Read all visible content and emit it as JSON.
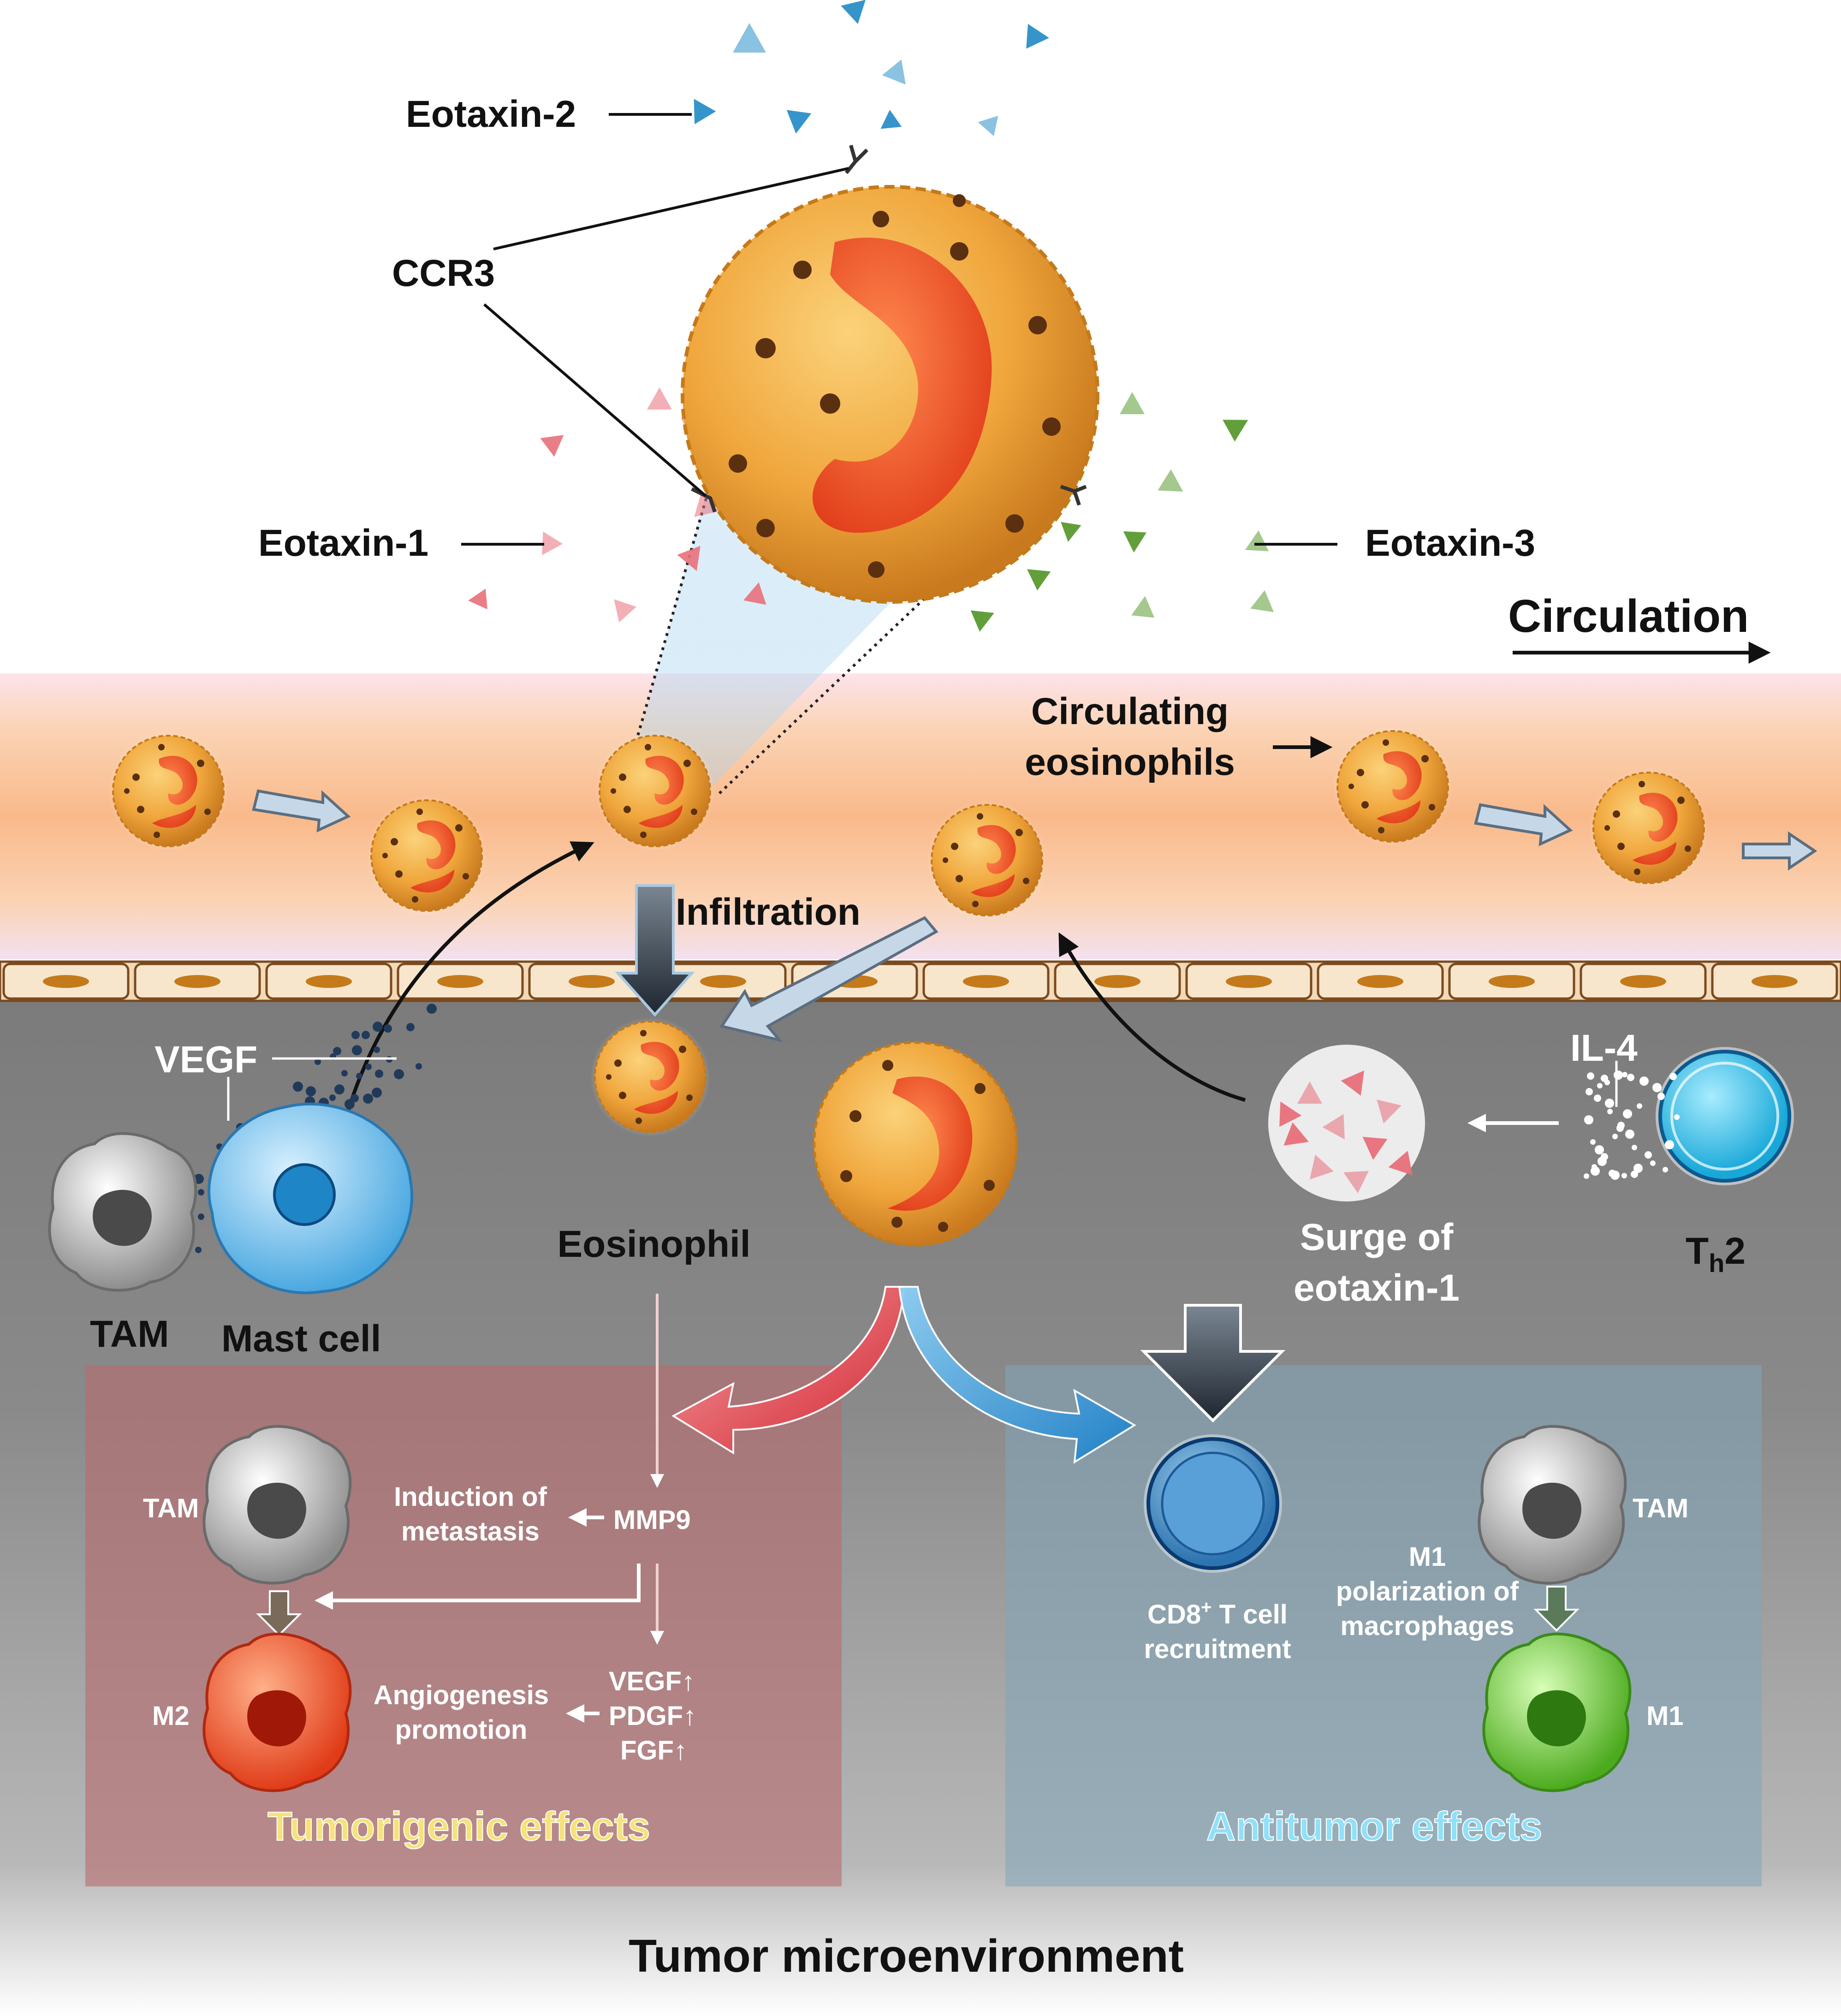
{
  "labels": {
    "eotaxin2": "Eotaxin-2",
    "ccr3": "CCR3",
    "eotaxin1": "Eotaxin-1",
    "eotaxin3": "Eotaxin-3",
    "circulation": "Circulation",
    "circulating_line1": "Circulating",
    "circulating_line2": "eosinophils",
    "infiltration": "Infiltration",
    "vegf": "VEGF",
    "tam_left": "TAM",
    "mast_cell": "Mast cell",
    "eosinophil": "Eosinophil",
    "il4": "IL-4",
    "surge_line1": "Surge of",
    "surge_line2": "eotaxin-1",
    "th2_main": "T",
    "th2_sub": "h",
    "th2_tail": "2",
    "tam_tumor": "TAM",
    "induction_line1": "Induction of",
    "induction_line2": "metastasis",
    "mmp9": "MMP9",
    "m2": "M2",
    "angio_line1": "Angiogenesis",
    "angio_line2": "promotion",
    "vegf_up": "VEGF↑",
    "pdgf_up": "PDGF↑",
    "fgf_up": "FGF↑",
    "tumorigenic": "Tumorigenic effects",
    "cd8_line1_main": "CD8",
    "cd8_line1_sup": "+",
    "cd8_line1_tail": " T cell",
    "cd8_line2": "recruitment",
    "tam_anti": "TAM",
    "m1pol_line1": "M1",
    "m1pol_line2": "polarization of",
    "m1pol_line3": "macrophages",
    "m1": "M1",
    "antitumor": "Antitumor effects",
    "tme": "Tumor microenvironment"
  },
  "colors": {
    "eosinophil_body": "#f0a63c",
    "eosinophil_nucleus": "#f04a1e",
    "eotaxin1": "#e8707a",
    "eotaxin2": "#2a8fc8",
    "eotaxin3": "#5a9a30",
    "tumorigenic_panel": "#a05a60",
    "antitumor_panel": "#7a94a4",
    "tumorigenic_text": "#f6e27a",
    "antitumor_text": "#8fe0f8",
    "th2": "#3cc8f0",
    "m2": "#e84020",
    "m1": "#6cc838"
  }
}
